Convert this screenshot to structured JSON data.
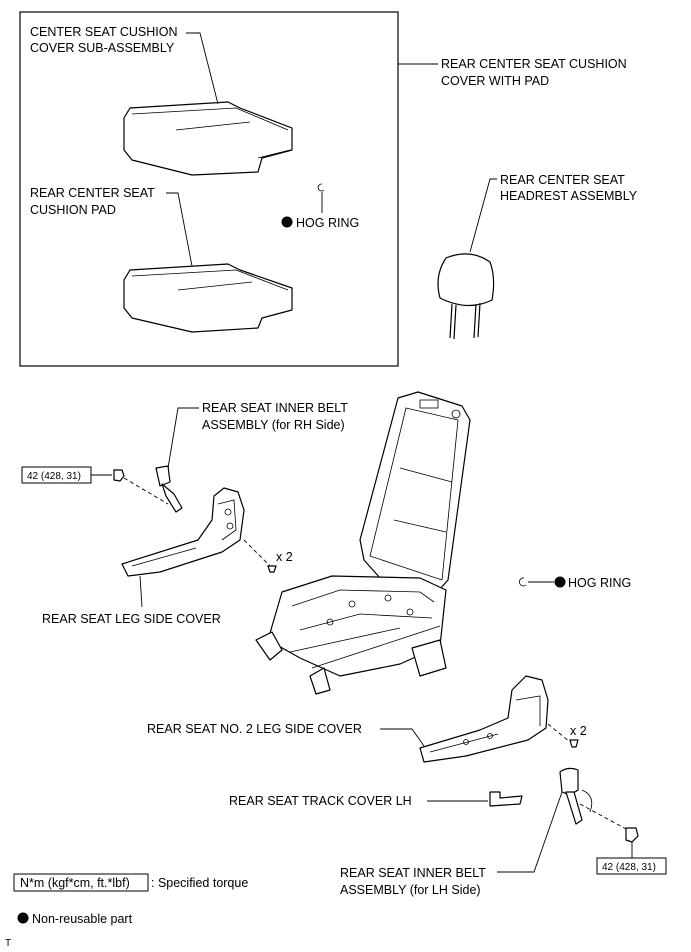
{
  "labels": {
    "center_cover": [
      "CENTER SEAT CUSHION",
      "COVER SUB-ASSEMBLY"
    ],
    "cover_with_pad": [
      "REAR CENTER SEAT CUSHION",
      "COVER WITH PAD"
    ],
    "cushion_pad": [
      "REAR CENTER SEAT",
      "CUSHION PAD"
    ],
    "hog_ring_top": "HOG RING",
    "headrest": [
      "REAR CENTER SEAT",
      "HEADREST ASSEMBLY"
    ],
    "belt_rh": [
      "REAR SEAT INNER BELT",
      "ASSEMBLY (for RH Side)"
    ],
    "torque_rh": "42 (428, 31)",
    "x2_left": "x 2",
    "leg_side_cover": "REAR SEAT LEG SIDE COVER",
    "hog_ring_right": "HOG RING",
    "leg_side_cover_2": "REAR SEAT NO. 2 LEG SIDE COVER",
    "x2_right": "x 2",
    "track_cover": "REAR SEAT TRACK COVER LH",
    "torque_lh": "42 (428, 31)",
    "belt_lh": [
      "REAR SEAT INNER BELT",
      "ASSEMBLY (for LH Side)"
    ]
  },
  "legend": {
    "torque_unit": "N*m (kgf*cm, ft.*lbf)",
    "torque_text": ": Specified torque",
    "nonreusable_text": "Non-reusable part"
  },
  "footer_mark": "T"
}
